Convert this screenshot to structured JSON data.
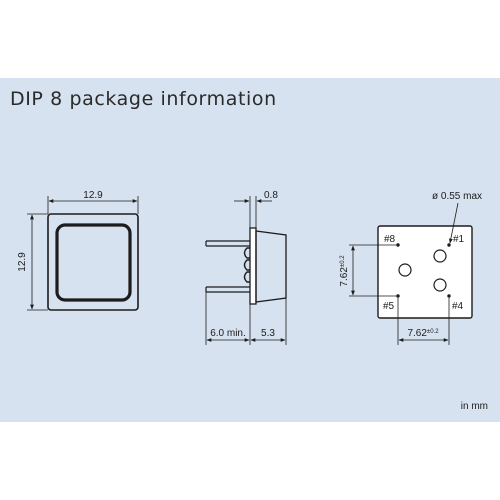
{
  "title": "DIP 8 package information",
  "unit_note": "in mm",
  "views": {
    "top": {
      "width_label": "12.9",
      "height_label": "12.9"
    },
    "side": {
      "thickness_label": "0.8",
      "lead_label": "6.0 min.",
      "body_label": "5.3"
    },
    "bottom": {
      "hole_label": "ø 0.55 max",
      "pins": [
        "#8",
        "#1",
        "#5",
        "#4"
      ],
      "vertical_pitch": "7.62",
      "vertical_tol": "±0.2",
      "horizontal_pitch": "7.62",
      "horizontal_tol": "±0.2"
    }
  },
  "colors": {
    "background": "#d6e2ef",
    "line": "#1c1c1c",
    "title": "#2a2a2a"
  }
}
